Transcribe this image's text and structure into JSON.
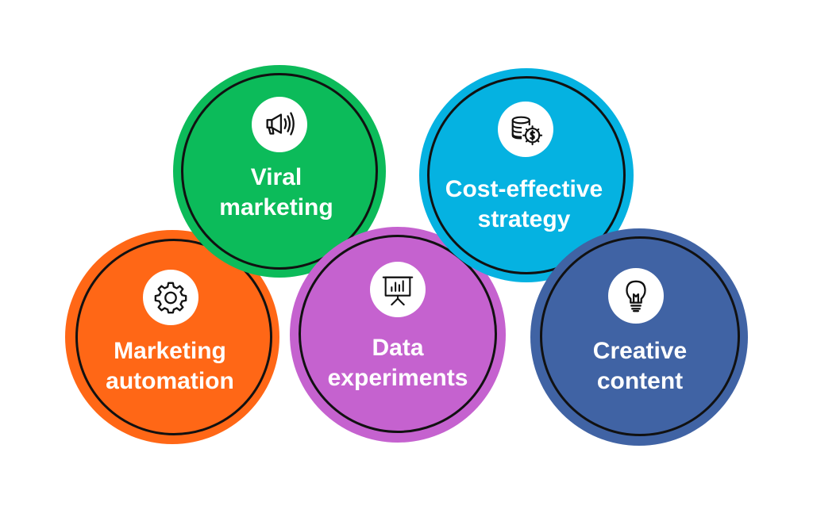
{
  "diagram": {
    "items": [
      {
        "key": "viral",
        "lines": [
          "Viral",
          "marketing"
        ],
        "color": "#0cbb5a",
        "icon": "megaphone-icon"
      },
      {
        "key": "cost",
        "lines": [
          "Cost-effective",
          "strategy"
        ],
        "color": "#05b2e1",
        "icon": "coins-gear-icon"
      },
      {
        "key": "automation",
        "lines": [
          "Marketing",
          "automation"
        ],
        "color": "#ff6716",
        "icon": "gear-icon"
      },
      {
        "key": "data",
        "lines": [
          "Data",
          "experiments"
        ],
        "color": "#c562cf",
        "icon": "presentation-chart-icon"
      },
      {
        "key": "creative",
        "lines": [
          "Creative",
          "content"
        ],
        "color": "#4063a4",
        "icon": "lightbulb-icon"
      }
    ]
  }
}
